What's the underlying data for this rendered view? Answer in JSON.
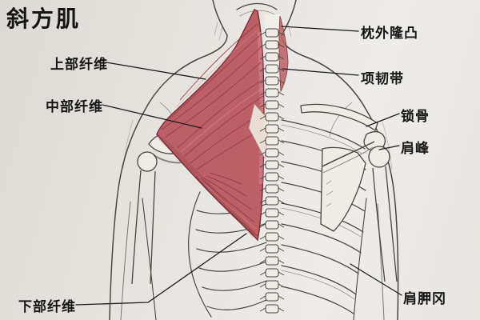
{
  "title": "斜方肌",
  "labels": {
    "left": [
      {
        "text": "上部纤维"
      },
      {
        "text": "中部纤维"
      },
      {
        "text": "下部纤维"
      }
    ],
    "right": [
      {
        "text": "枕外隆凸"
      },
      {
        "text": "项韧带"
      },
      {
        "text": "锁骨"
      },
      {
        "text": "肩峰"
      },
      {
        "text": "肩胛冈"
      }
    ]
  },
  "colors": {
    "muscle_red": "#bd6065",
    "muscle_dark": "#7c3038",
    "bone": "#efece6",
    "paper": "#e8e5e1",
    "ink": "#3f3b35",
    "label_text": "#161616"
  }
}
